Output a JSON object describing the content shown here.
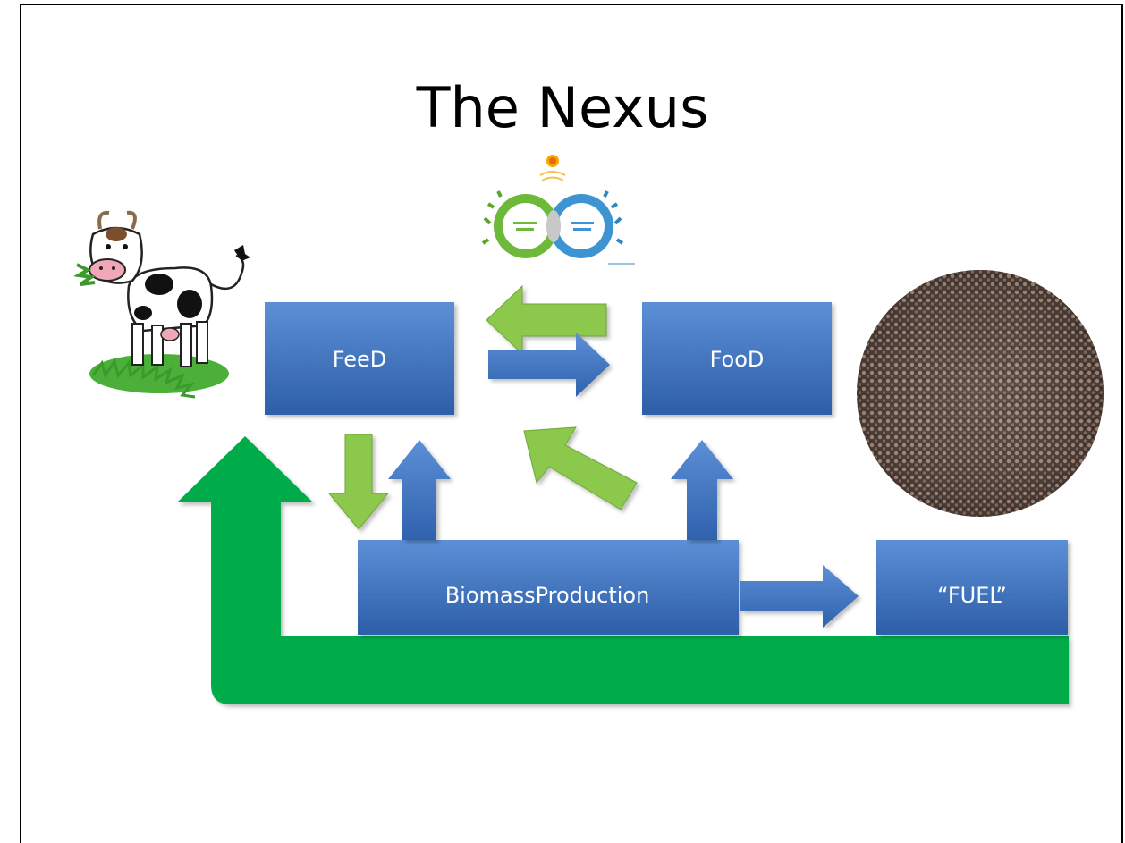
{
  "title": "The Nexus",
  "nodes": {
    "feed": "FeeD",
    "food": "FooD",
    "biomass": "BiomassProduction",
    "fuel": "“FUEL”"
  },
  "colors": {
    "box_top": "#5b8fd6",
    "box_bottom": "#2d5ea8",
    "light_green": "#8cc84b",
    "dark_green": "#00ac4a",
    "blue_arrow": "#3a6fbd"
  },
  "icons": [
    "cow-icon",
    "bioeconomy-logo-icon",
    "crowd-icon"
  ]
}
